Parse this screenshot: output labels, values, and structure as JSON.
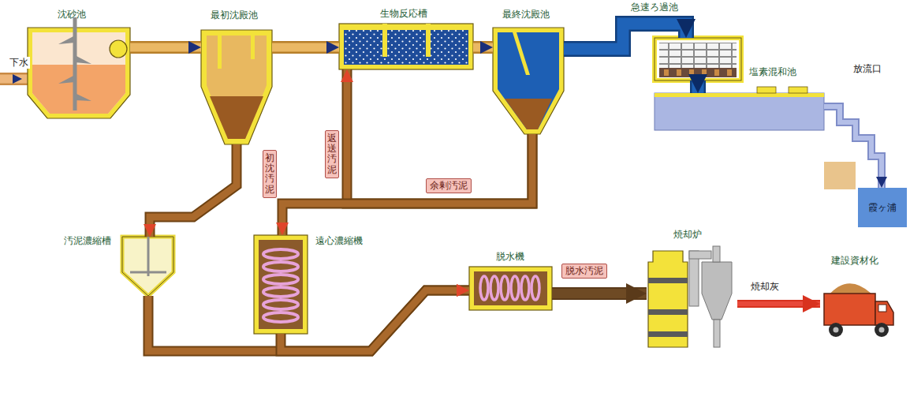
{
  "diagram": {
    "nodes": [
      {
        "text": [
          "沈砂池"
        ]
      },
      {
        "text": [
          "最初沈殿池"
        ]
      },
      {
        "text": [
          "生物反応槽"
        ]
      },
      {
        "text": [
          "最終沈殿池"
        ]
      },
      {
        "text": [
          "急速ろ過池"
        ]
      },
      {
        "text": [
          "塩素混和池"
        ]
      },
      {
        "text": [
          "霞ヶ浦"
        ]
      },
      {
        "text": [
          "汚泥濃縮槽"
        ]
      },
      {
        "text": [
          "遠心濃縮機"
        ]
      },
      {
        "text": [
          "脱水機"
        ]
      },
      {
        "text": [
          "焼却炉"
        ]
      },
      {
        "text": [
          "建設資材化"
        ]
      }
    ],
    "edges": [
      {
        "from": 0,
        "to": 1,
        "arrow": "to"
      },
      {
        "from": 1,
        "to": 2,
        "arrow": "to"
      },
      {
        "from": 2,
        "to": 3,
        "arrow": "to"
      },
      {
        "from": 3,
        "to": 4,
        "arrow": "to"
      },
      {
        "from": 4,
        "to": 5,
        "arrow": "to"
      },
      {
        "from": 5,
        "to": 6,
        "arrow": "to"
      },
      {
        "from": 1,
        "to": 7,
        "label": "初沈汚泥",
        "arrow": "to"
      },
      {
        "from": 3,
        "to": 2,
        "label": "返送汚泥",
        "arrow": "to"
      },
      {
        "from": 3,
        "to": 8,
        "label": "余剰汚泥",
        "arrow": "to"
      },
      {
        "from": 7,
        "to": 9,
        "arrow": "to"
      },
      {
        "from": 8,
        "to": 9,
        "arrow": "to"
      },
      {
        "from": 9,
        "to": 10,
        "label": "脱水汚泥",
        "arrow": "to"
      },
      {
        "from": 10,
        "to": 11,
        "label": "焼却灰",
        "arrow": "to"
      }
    ],
    "labels": [
      "下水",
      "放流口"
    ]
  }
}
